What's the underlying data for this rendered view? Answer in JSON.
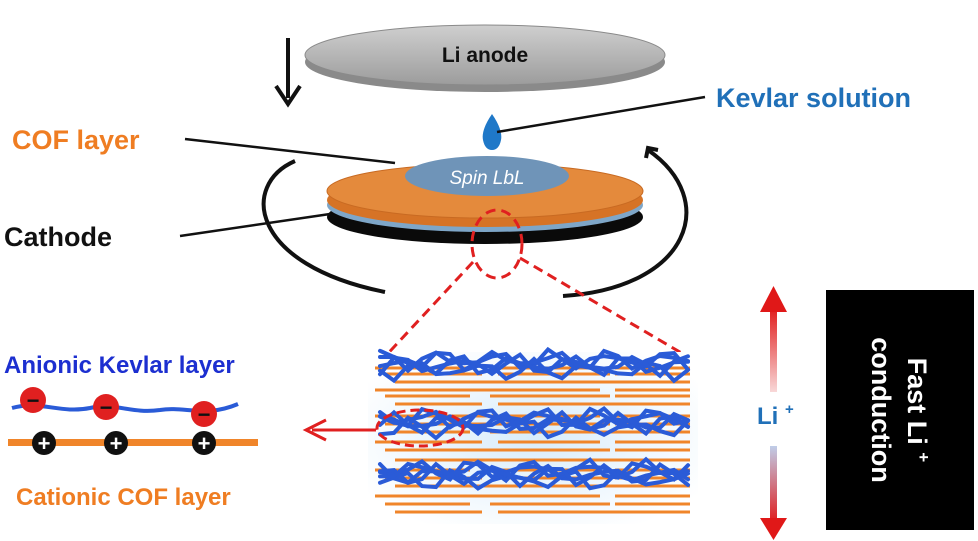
{
  "labels": {
    "li_anode": "Li anode",
    "kevlar_solution": "Kevlar solution",
    "cof_layer": "COF layer",
    "spin_lbl": "Spin LbL",
    "cathode": "Cathode",
    "anionic_kevlar": "Anionic Kevlar layer",
    "cationic_cof": "Cationic COF layer",
    "li_ion_base": "Li",
    "li_ion_sup": "+",
    "fast_li_line1_base": "Fast Li",
    "fast_li_line1_sup": "+",
    "fast_li_line2": "conduction",
    "minus_symbol": "−",
    "plus_symbol": "+"
  },
  "colors": {
    "anode_gray": "#b4b4b4",
    "cof_orange": "#e07a2e",
    "spin_blue": "#6f94b8",
    "kevlar_blue": "#2a5bd7",
    "drop_blue": "#1f78c8",
    "label_orange": "#ef7d22",
    "label_black": "#111111",
    "label_blue": "#2070b8",
    "anionic_blue": "#1c2fd0",
    "arrow_red": "#e02020",
    "badge_black": "#000000"
  },
  "icons": {
    "down_arrow": "down-arrow-icon",
    "rotation_arrow": "rotation-arrow-icon",
    "zoom_lines": "zoom-dashed-lines",
    "pointer_arrow": "left-red-arrow-icon",
    "conduction_arrow": "double-headed-gradient-arrow-icon"
  }
}
